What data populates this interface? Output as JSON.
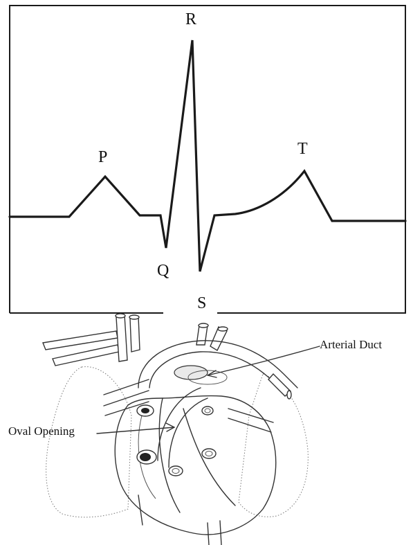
{
  "ecg": {
    "labels": {
      "p": "P",
      "q": "Q",
      "r": "R",
      "s": "S",
      "t": "T"
    }
  },
  "heart": {
    "labels": {
      "arterial_duct": "Arterial Duct",
      "oval_opening": "Oval Opening"
    }
  },
  "colors": {
    "ink": "#1a1a1a",
    "background": "#ffffff"
  }
}
